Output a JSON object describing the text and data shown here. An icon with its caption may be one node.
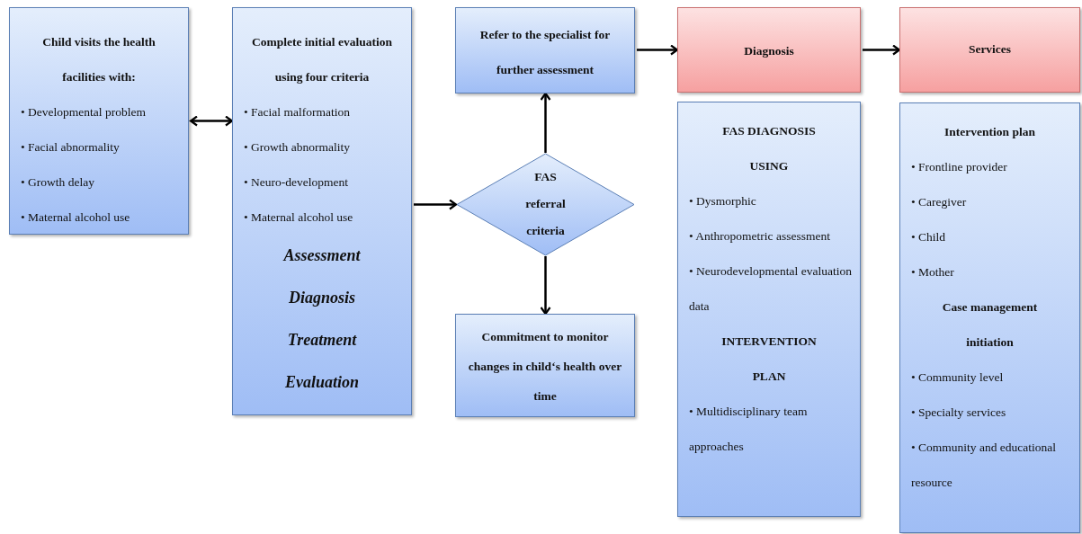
{
  "diagram": {
    "nodes": [
      {
        "text": [
          "Child visits the health facilities with:",
          "• Developmental problem",
          "• Facial abnormality",
          "• Growth delay",
          "• Maternal alcohol use"
        ]
      },
      {
        "text": [
          "Complete initial evaluation using four criteria",
          "• Facial malformation",
          "• Growth abnormality",
          "• Neuro-development",
          "• Maternal alcohol use",
          "Assessment",
          "Diagnosis",
          "Treatment",
          "Evaluation"
        ]
      },
      {
        "text": [
          "Refer to the specialist for further assessment"
        ]
      },
      {
        "text": [
          "FAS referral criteria"
        ]
      },
      {
        "text": [
          "Commitment to monitor changes in child‘s health over time"
        ]
      },
      {
        "text": [
          "Diagnosis"
        ]
      },
      {
        "text": [
          "FAS DIAGNOSIS USING",
          "• Dysmorphic",
          "• Anthropometric assessment",
          "• Neurodevelopmental evaluation data",
          "INTERVENTION PLAN",
          "• Multidisciplinary team approaches"
        ]
      },
      {
        "text": [
          "Services"
        ]
      },
      {
        "text": [
          "Intervention plan",
          "• Frontline provider",
          "• Caregiver",
          "• Child",
          "• Mother",
          "Case management initiation",
          "• Community level",
          "• Specialty services",
          "• Community  and educational resource"
        ]
      }
    ],
    "edges": [
      {
        "from": 0,
        "to": 1,
        "arrow": "both"
      },
      {
        "from": 1,
        "to": 3,
        "arrow": "to"
      },
      {
        "from": 3,
        "to": 2,
        "arrow": "to"
      },
      {
        "from": 3,
        "to": 4,
        "arrow": "to"
      },
      {
        "from": 2,
        "to": 5,
        "arrow": "to"
      },
      {
        "from": 5,
        "to": 7,
        "arrow": "to"
      }
    ]
  }
}
